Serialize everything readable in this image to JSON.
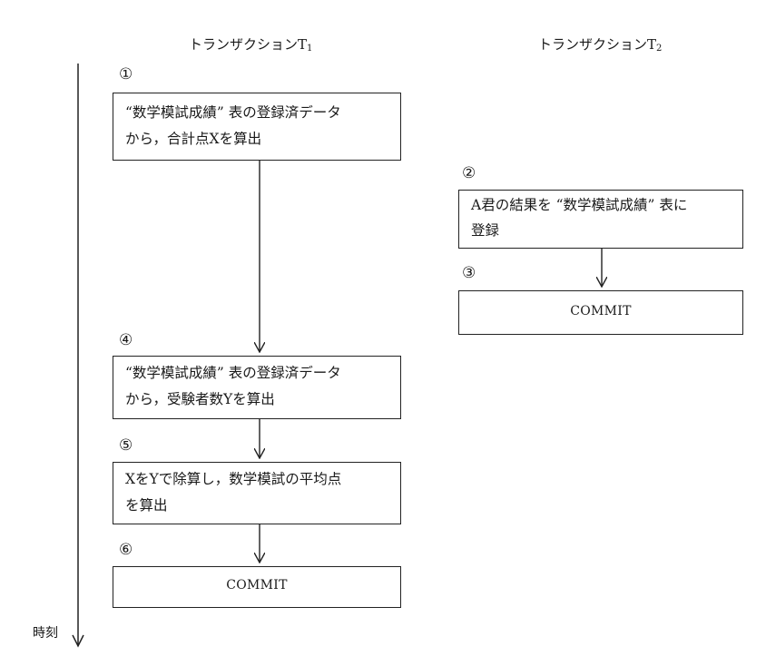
{
  "columns": {
    "t1": {
      "title": "トランザクション",
      "sub": "1"
    },
    "t2": {
      "title": "トランザクション",
      "sub": "2"
    }
  },
  "steps": [
    {
      "num": "①",
      "text": [
        "“数学模試成績” 表の登録済データ",
        "から，合計点Xを算出"
      ]
    },
    {
      "num": "②",
      "text": [
        "A君の結果を “数学模試成績” 表に",
        "登録"
      ]
    },
    {
      "num": "③",
      "text": [
        "COMMIT"
      ]
    },
    {
      "num": "④",
      "text": [
        "“数学模試成績” 表の登録済データ",
        "から，受験者数Yを算出"
      ]
    },
    {
      "num": "⑤",
      "text": [
        "XをYで除算し，数学模試の平均点",
        "を算出"
      ]
    },
    {
      "num": "⑥",
      "text": [
        "COMMIT"
      ]
    }
  ],
  "time_axis": {
    "label": "時刻"
  }
}
